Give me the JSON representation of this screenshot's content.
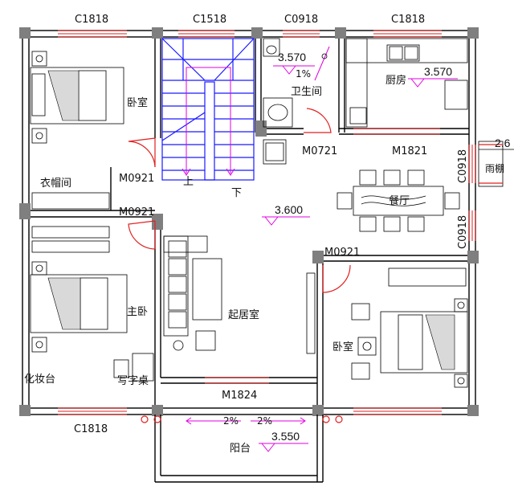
{
  "windows": {
    "top_left": "C1818",
    "top_stair": "C1518",
    "top_bath": "C0918",
    "top_kitchen": "C1818",
    "bottom_left": "C1818",
    "right_upper": "C0918",
    "right_lower": "C0918"
  },
  "doors": {
    "closet": "M0921",
    "master": "M0921",
    "bath": "M0721",
    "kitchen": "M1821",
    "living_to_bed": "M0921",
    "balcony": "M1824"
  },
  "rooms": {
    "bedroom_nw": "卧室",
    "closet": "衣帽间",
    "master_bedroom": "主卧",
    "vanity": "化妆台",
    "desk": "写字桌",
    "stair_up": "上",
    "stair_down": "下",
    "bathroom": "卫生间",
    "kitchen": "厨房",
    "dining": "餐厅",
    "living": "起居室",
    "bedroom_se": "卧室",
    "balcony": "阳台",
    "canopy": "雨棚"
  },
  "levels": {
    "bath": "3.570",
    "kitchen": "3.570",
    "living": "3.600",
    "balcony": "3.550",
    "canopy": "2.6"
  },
  "slopes": {
    "bath": "1%",
    "balcony_left": "2%",
    "balcony_right": "2%"
  }
}
